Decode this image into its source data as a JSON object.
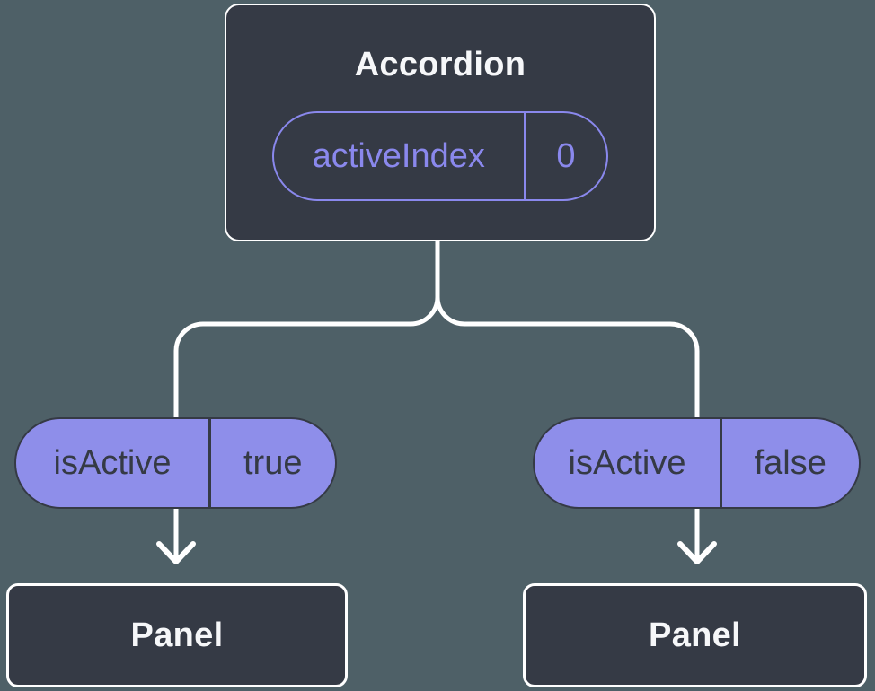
{
  "colors": {
    "bg": "#4E6067",
    "node": "#353A45",
    "line": "#FFFFFF",
    "text": "#F6F7F9",
    "accent": "#8A88ED",
    "pill": "#8E8EEA",
    "ink": "#353A45"
  },
  "diagram": {
    "root": {
      "title": "Accordion",
      "state": {
        "label": "activeIndex",
        "value": "0"
      }
    },
    "props": [
      {
        "label": "isActive",
        "value": "true"
      },
      {
        "label": "isActive",
        "value": "false"
      }
    ],
    "children": [
      {
        "title": "Panel"
      },
      {
        "title": "Panel"
      }
    ]
  }
}
